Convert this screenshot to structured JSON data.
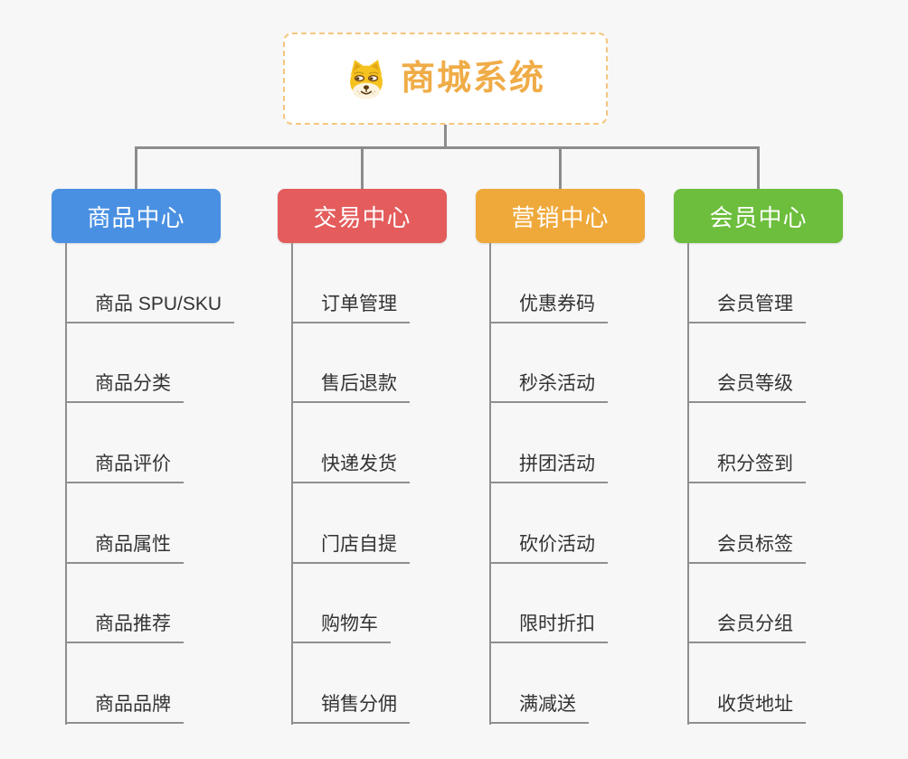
{
  "diagram": {
    "root": {
      "label": "商城系统",
      "icon": "doge-face-icon"
    },
    "branches": [
      {
        "label": "商品中心",
        "color": "#4a90e2",
        "children": [
          "商品 SPU/SKU",
          "商品分类",
          "商品评价",
          "商品属性",
          "商品推荐",
          "商品品牌"
        ]
      },
      {
        "label": "交易中心",
        "color": "#e45c5c",
        "children": [
          "订单管理",
          "售后退款",
          "快递发货",
          "门店自提",
          "购物车",
          "销售分佣"
        ]
      },
      {
        "label": "营销中心",
        "color": "#efa93b",
        "children": [
          "优惠券码",
          "秒杀活动",
          "拼团活动",
          "砍价活动",
          "限时折扣",
          "满减送"
        ]
      },
      {
        "label": "会员中心",
        "color": "#6cbe3c",
        "children": [
          "会员管理",
          "会员等级",
          "积分签到",
          "会员标签",
          "会员分组",
          "收货地址"
        ]
      }
    ],
    "colors": {
      "background": "#f7f7f7",
      "root_text": "#f0ac47",
      "root_border": "#f5c680",
      "connector": "#8c8c8c",
      "child_underline": "#8f8f8f",
      "child_text": "#333333"
    }
  }
}
